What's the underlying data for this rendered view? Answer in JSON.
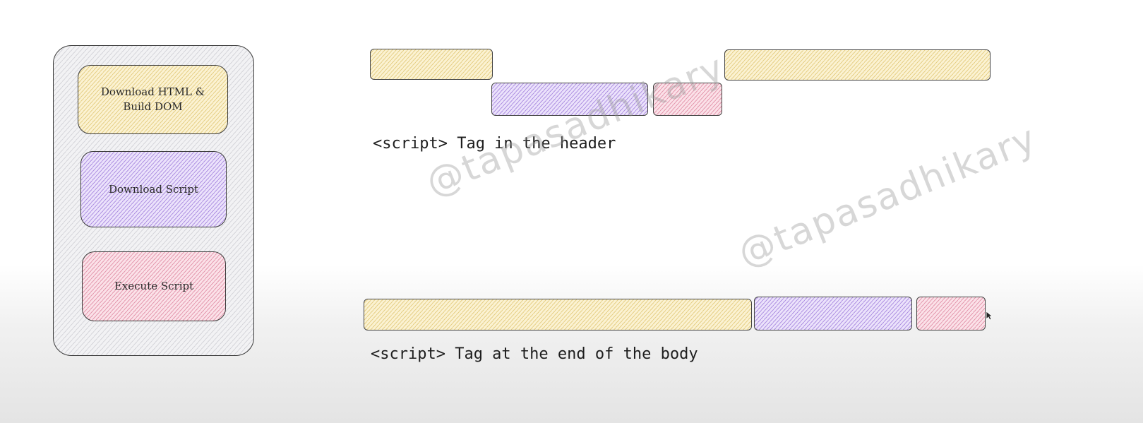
{
  "legend": {
    "items": [
      {
        "label": "Download HTML &\nBuild DOM",
        "color": "yellow"
      },
      {
        "label": "Download Script",
        "color": "purple"
      },
      {
        "label": "Execute Script",
        "color": "pink"
      }
    ]
  },
  "scenarios": [
    {
      "caption": "<script> Tag in the header",
      "blocks": [
        "yellow",
        "purple",
        "pink",
        "yellow"
      ]
    },
    {
      "caption": "<script> Tag at the end of the body",
      "blocks": [
        "yellow",
        "purple",
        "pink"
      ]
    }
  ],
  "watermark": "@tapasadhikary",
  "colors": {
    "yellow": "#fbf2d2",
    "purple": "#ebe2fb",
    "pink": "#fbe1e8"
  }
}
